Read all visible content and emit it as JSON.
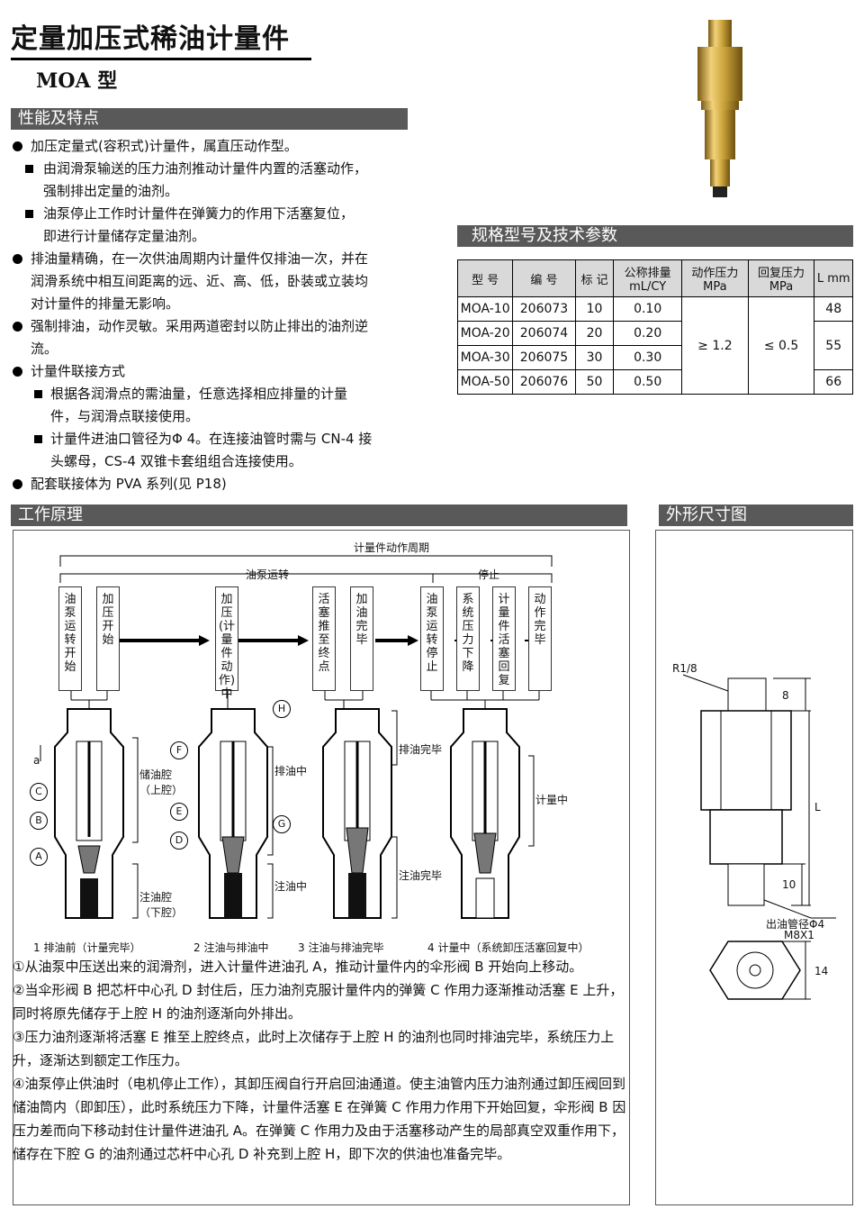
{
  "header": {
    "title": "定量加压式稀油计量件",
    "model": "MOA 型"
  },
  "features": {
    "heading": "性能及特点",
    "items": [
      {
        "type": "dot",
        "text": "加压定量式(容积式)计量件，属直压动作型。"
      },
      {
        "type": "square",
        "lines": [
          "由润滑泵输送的压力油剂推动计量件内置的活塞动作，",
          "强制排出定量的油剂。"
        ]
      },
      {
        "type": "square",
        "lines": [
          "油泵停止工作时计量件在弹簧力的作用下活塞复位，",
          "即进行计量储存定量油剂。"
        ]
      },
      {
        "type": "dot",
        "lines": [
          "排油量精确，在一次供油周期内计量件仅排油一次，并在",
          "润滑系统中相互间距离的远、近、高、低，卧装或立装均",
          "对计量件的排量无影响。"
        ]
      },
      {
        "type": "dot",
        "lines": [
          "强制排油，动作灵敏。采用两道密封以防止排出的油剂逆",
          "流。"
        ]
      },
      {
        "type": "dot",
        "text": "计量件联接方式"
      },
      {
        "type": "square",
        "lines": [
          "根据各润滑点的需油量，任意选择相应排量的计量",
          "件，与润滑点联接使用。"
        ]
      },
      {
        "type": "square",
        "lines": [
          "计量件进油口管径为Φ 4。在连接油管时需与 CN-4 接",
          "头螺母，CS-4 双锥卡套组组合连接使用。"
        ]
      },
      {
        "type": "dot",
        "text": "配套联接体为 PVA 系列(见 P18)"
      }
    ]
  },
  "spec": {
    "heading": "规格型号及技术参数",
    "columns": [
      "型 号",
      "编 号",
      "标 记",
      "公称排量 mL/CY",
      "动作压力 MPa",
      "回复压力 MPa",
      "L mm"
    ],
    "rows": [
      {
        "model": "MOA-10",
        "code": "206073",
        "mark": "10",
        "flow": "0.10",
        "L": "48"
      },
      {
        "model": "MOA-20",
        "code": "206074",
        "mark": "20",
        "flow": "0.20",
        "L": "55"
      },
      {
        "model": "MOA-30",
        "code": "206075",
        "mark": "30",
        "flow": "0.30",
        "L": ""
      },
      {
        "model": "MOA-50",
        "code": "206076",
        "mark": "50",
        "flow": "0.50",
        "L": "66"
      }
    ],
    "action_pressure": "≥ 1.2",
    "return_pressure": "≤ 0.5"
  },
  "principle": {
    "heading": "工作原理",
    "cycle_label": "计量件动作周期",
    "pump_running": "油泵运转",
    "stopped": "停止",
    "steps": [
      "油泵运转开始",
      "加压开始",
      "加压(计量件动作)中",
      "活塞推至终点",
      "加油完毕",
      "油泵运转停止",
      "系统压力下降",
      "计量件活塞回复",
      "动作完毕"
    ],
    "labels": {
      "storage": "储油腔（上腔）",
      "injection_chamber": "注油腔（下腔）",
      "discharging": "排油中",
      "injecting": "注油中",
      "discharge_done": "排油完毕",
      "inject_done": "注油完毕",
      "metering": "计量中",
      "a": "a"
    },
    "letters": [
      "A",
      "B",
      "C",
      "D",
      "E",
      "F",
      "G",
      "H"
    ],
    "captions": [
      "1 排油前（计量完毕）",
      "2 注油与排油中",
      "3 注油与排油完毕",
      "4 计量中（系统卸压活塞回复中）"
    ],
    "paragraphs": [
      "①从油泵中压送出来的润滑剂，进入计量件进油孔 A，推动计量件内的伞形阀 B 开始向上移动。",
      "②当伞形阀 B 把芯杆中心孔 D 封住后，压力油剂克服计量件内的弹簧 C 作用力逐渐推动活塞 E 上升，同时将原先储存于上腔 H 的油剂逐渐向外排出。",
      "③压力油剂逐渐将活塞 E 推至上腔终点，此时上次储存于上腔 H 的油剂也同时排油完毕，系统压力上升，逐渐达到额定工作压力。",
      "④油泵停止供油时（电机停止工作），其卸压阀自行开启回油通道。使主油管内压力油剂通过卸压阀回到储油筒内（即卸压），此时系统压力下降，计量件活塞 E 在弹簧 C 作用力作用下开始回复，伞形阀 B 因压力差而向下移动封住计量件进油孔 A。在弹簧 C 作用力及由于活塞移动产生的局部真空双重作用下，储存在下腔 G 的油剂通过芯杆中心孔 D 补充到上腔 H，即下次的供油也准备完毕。"
    ]
  },
  "dimensions": {
    "heading": "外形尺寸图",
    "thread": "R1/8",
    "d8": "8",
    "dL": "L",
    "d10": "10",
    "outlet": "出油管径Φ4",
    "outlet_thread": "M8X1",
    "d14": "14"
  },
  "colors": {
    "section_bar": "#595959",
    "table_header": "#d9d9d9",
    "brass": "#c9a23a"
  }
}
